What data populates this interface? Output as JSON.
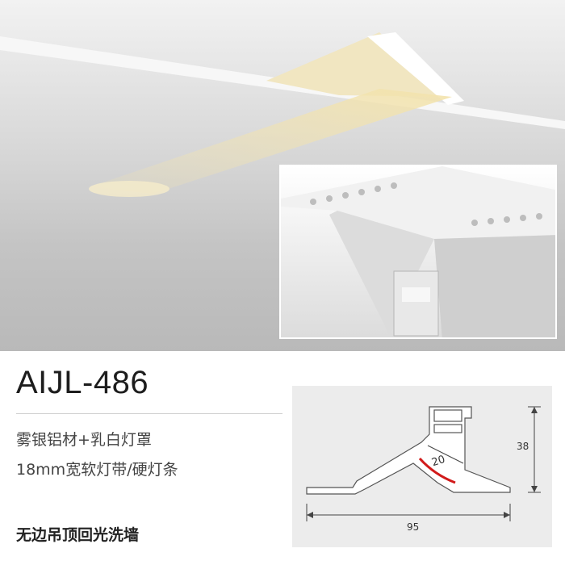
{
  "product": {
    "model": "AIJL-486",
    "material": "雾银铝材+乳白灯罩",
    "spec": "18mm宽软灯带/硬灯条",
    "feature": "无边吊顶回光洗墙"
  },
  "drawing": {
    "dimensions": {
      "height": "38",
      "width": "95",
      "diffuser": "20"
    }
  },
  "colors": {
    "glow": "#f3e3ad",
    "aluminium": "#e4e4e4",
    "diffuser_mark": "#d11a1a",
    "drawing_bg": "#ececec"
  }
}
